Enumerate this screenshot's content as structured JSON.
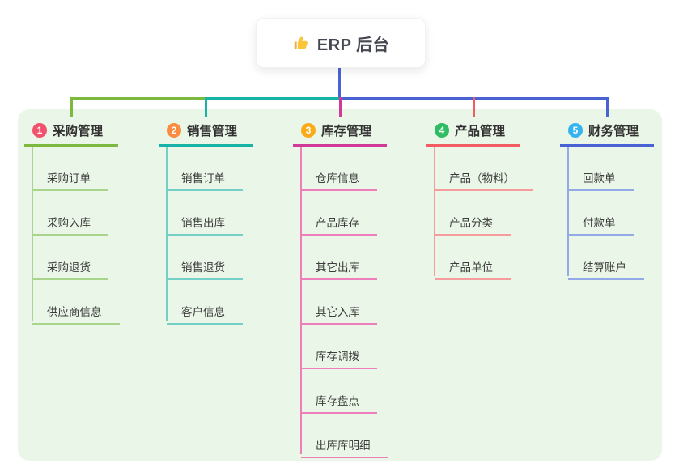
{
  "root": {
    "label": "ERP 后台",
    "icon": "thumbs-up-icon",
    "connector_color": "#4a63d4"
  },
  "panel": {
    "background": "#eaf6e7"
  },
  "branches": [
    {
      "badge": "1",
      "badge_color": "#f4516c",
      "label": "采购管理",
      "line_color": "#7cb93e",
      "child_line_color": "#a8d48c",
      "children": [
        "采购订单",
        "采购入库",
        "采购退货",
        "供应商信息"
      ]
    },
    {
      "badge": "2",
      "badge_color": "#fc8c3f",
      "label": "销售管理",
      "line_color": "#16b3a6",
      "child_line_color": "#74d0c5",
      "children": [
        "销售订单",
        "销售出库",
        "销售退货",
        "客户信息"
      ]
    },
    {
      "badge": "3",
      "badge_color": "#fbab1a",
      "label": "库存管理",
      "line_color": "#d23a97",
      "child_line_color": "#ee7fba",
      "children": [
        "仓库信息",
        "产品库存",
        "其它出库",
        "其它入库",
        "库存调拨",
        "库存盘点",
        "出库库明细"
      ]
    },
    {
      "badge": "4",
      "badge_color": "#2ebd62",
      "label": "产品管理",
      "line_color": "#f25d64",
      "child_line_color": "#f59d9d",
      "children": [
        "产品（物料）",
        "产品分类",
        "产品单位"
      ]
    },
    {
      "badge": "5",
      "badge_color": "#36b4f0",
      "label": "财务管理",
      "line_color": "#4a63d4",
      "child_line_color": "#94aae8",
      "children": [
        "回款单",
        "付款单",
        "结算账户"
      ]
    }
  ]
}
